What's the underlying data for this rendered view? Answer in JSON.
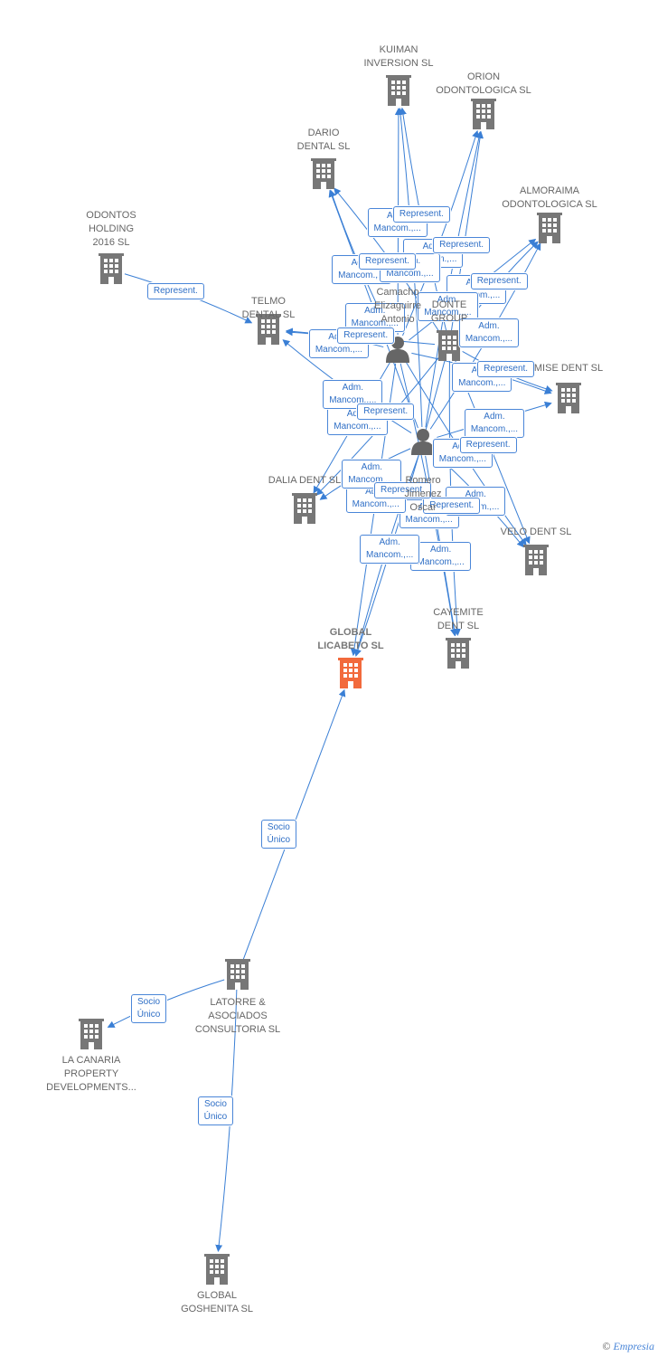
{
  "colors": {
    "edge": "#3a7fd5",
    "node": "#777777",
    "focus": "#f26a3c",
    "person": "#666666"
  },
  "nodes": [
    {
      "id": "kuiman",
      "label": "KUIMAN\nINVERSION SL",
      "type": "company",
      "icon": "building-icon"
    },
    {
      "id": "orion",
      "label": "ORION\nODONTOLOGICA SL",
      "type": "company",
      "icon": "building-icon"
    },
    {
      "id": "dario",
      "label": "DARIO\nDENTAL SL",
      "type": "company",
      "icon": "building-icon"
    },
    {
      "id": "almoraima",
      "label": "ALMORAIMA\nODONTOLOGICA SL",
      "type": "company",
      "icon": "building-icon"
    },
    {
      "id": "odontos",
      "label": "ODONTOS\nHOLDING\n2016  SL",
      "type": "company",
      "icon": "building-icon"
    },
    {
      "id": "telmo",
      "label": "TELMO\nDENTAL SL",
      "type": "company",
      "icon": "building-icon"
    },
    {
      "id": "camacho",
      "label": "Camacho\nElizaguirre\nAntonio",
      "type": "person",
      "icon": "person-icon"
    },
    {
      "id": "donte",
      "label": "DONTE\nGROUP",
      "type": "company",
      "icon": "building-icon"
    },
    {
      "id": "mise",
      "label": "MISE DENT SL",
      "type": "company",
      "icon": "building-icon"
    },
    {
      "id": "romero",
      "label": "Romero\nJimenez\nOscar",
      "type": "person",
      "icon": "person-icon"
    },
    {
      "id": "dalia",
      "label": "DALIA DENT SL",
      "type": "company",
      "icon": "building-icon"
    },
    {
      "id": "velo",
      "label": "VELO DENT SL",
      "type": "company",
      "icon": "building-icon"
    },
    {
      "id": "cayemite",
      "label": "CAYEMITE\nDENT SL",
      "type": "company",
      "icon": "building-icon"
    },
    {
      "id": "licabeto",
      "label": "GLOBAL\nLICABETO  SL",
      "type": "focus",
      "icon": "building-icon"
    },
    {
      "id": "latorre",
      "label": "LATORRE &\nASOCIADOS\nCONSULTORIA SL",
      "type": "company",
      "icon": "building-icon"
    },
    {
      "id": "lacanaria",
      "label": "LA CANARIA\nPROPERTY\nDEVELOPMENTS...",
      "type": "company",
      "icon": "building-icon"
    },
    {
      "id": "goshenita",
      "label": "GLOBAL\nGOSHENITA SL",
      "type": "company",
      "icon": "building-icon"
    }
  ],
  "edge_labels": [
    "Adm.\nMancom.,...",
    "Represent.",
    "Socio\nÚnico"
  ],
  "edges": [
    {
      "from": "odontos",
      "to": "telmo",
      "label": 1
    },
    {
      "from": "latorre",
      "to": "licabeto",
      "label": 2
    },
    {
      "from": "latorre",
      "to": "lacanaria",
      "label": 2
    },
    {
      "from": "latorre",
      "to": "goshenita",
      "label": 2
    },
    {
      "from": "camacho",
      "to": "kuiman",
      "label": 0
    },
    {
      "from": "camacho",
      "to": "orion",
      "label": 0
    },
    {
      "from": "camacho",
      "to": "dario",
      "label": 0
    },
    {
      "from": "camacho",
      "to": "almoraima",
      "label": 0
    },
    {
      "from": "camacho",
      "to": "telmo",
      "label": 0
    },
    {
      "from": "camacho",
      "to": "mise",
      "label": 0
    },
    {
      "from": "camacho",
      "to": "dalia",
      "label": 0
    },
    {
      "from": "camacho",
      "to": "velo",
      "label": 0
    },
    {
      "from": "camacho",
      "to": "cayemite",
      "label": 0
    },
    {
      "from": "camacho",
      "to": "licabeto",
      "label": 0
    },
    {
      "from": "romero",
      "to": "kuiman",
      "label": 0
    },
    {
      "from": "romero",
      "to": "orion",
      "label": 0
    },
    {
      "from": "romero",
      "to": "dario",
      "label": 0
    },
    {
      "from": "romero",
      "to": "almoraima",
      "label": 0
    },
    {
      "from": "romero",
      "to": "telmo",
      "label": 0
    },
    {
      "from": "romero",
      "to": "mise",
      "label": 0
    },
    {
      "from": "romero",
      "to": "dalia",
      "label": 0
    },
    {
      "from": "romero",
      "to": "velo",
      "label": 0
    },
    {
      "from": "romero",
      "to": "cayemite",
      "label": 0
    },
    {
      "from": "romero",
      "to": "licabeto",
      "label": 0
    },
    {
      "from": "donte",
      "to": "kuiman",
      "label": 1
    },
    {
      "from": "donte",
      "to": "orion",
      "label": 1
    },
    {
      "from": "donte",
      "to": "dario",
      "label": 1
    },
    {
      "from": "donte",
      "to": "almoraima",
      "label": 1
    },
    {
      "from": "donte",
      "to": "telmo",
      "label": 1
    },
    {
      "from": "donte",
      "to": "mise",
      "label": 1
    },
    {
      "from": "donte",
      "to": "dalia",
      "label": 1
    },
    {
      "from": "donte",
      "to": "velo",
      "label": 1
    },
    {
      "from": "donte",
      "to": "cayemite",
      "label": 1
    },
    {
      "from": "donte",
      "to": "licabeto",
      "label": 1
    }
  ],
  "footer": {
    "copyright": "©",
    "brand": "Empresia"
  }
}
